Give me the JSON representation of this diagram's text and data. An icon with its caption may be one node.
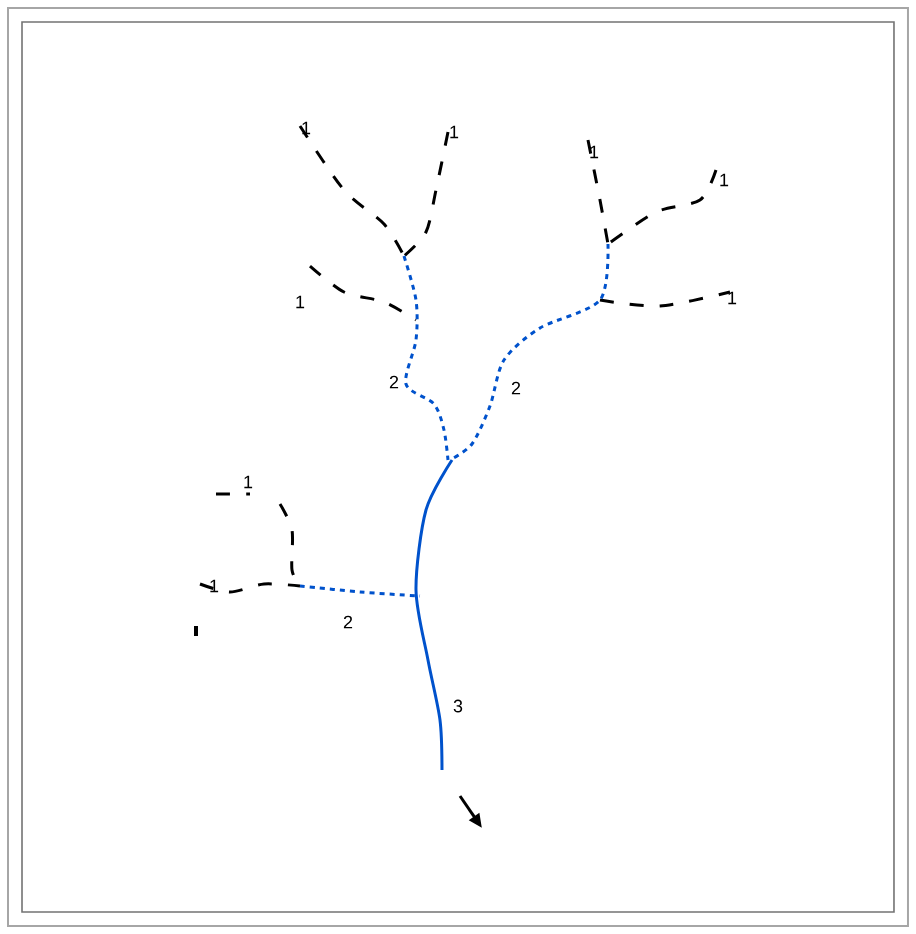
{
  "diagram": {
    "labels": [
      "1",
      "1",
      "1",
      "1",
      "1",
      "1",
      "2",
      "2",
      "1",
      "1",
      "2",
      "3"
    ]
  }
}
